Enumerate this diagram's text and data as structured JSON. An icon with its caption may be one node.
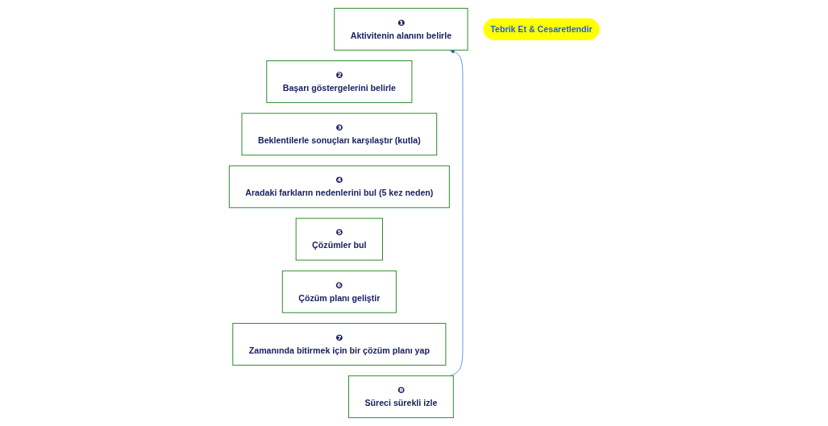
{
  "diagram": {
    "nodes": [
      {
        "text": [
          "❶",
          "Aktivitenin alanını belirle"
        ]
      },
      {
        "text": [
          "❷",
          "Başarı göstergelerini belirle"
        ]
      },
      {
        "text": [
          "❸",
          "Beklentilerle sonuçları karşılaştır (kutla)"
        ]
      },
      {
        "text": [
          "❹",
          "Aradaki farkların nedenlerini bul (5 kez neden)"
        ]
      },
      {
        "text": [
          "❺",
          "Çözümler bul"
        ]
      },
      {
        "text": [
          "❻",
          "Çözüm planı geliştir"
        ]
      },
      {
        "text": [
          "❼",
          "Zamanında bitirmek için bir çözüm planı yap"
        ]
      },
      {
        "text": [
          "❽",
          "Süreci sürekli izle"
        ]
      },
      {
        "text": [
          "Tebrik Et & Cesaretlendir"
        ]
      }
    ],
    "edges": [
      {
        "from": 7,
        "to": 0,
        "arrow": "to",
        "color": "#1f5fe0"
      }
    ]
  }
}
